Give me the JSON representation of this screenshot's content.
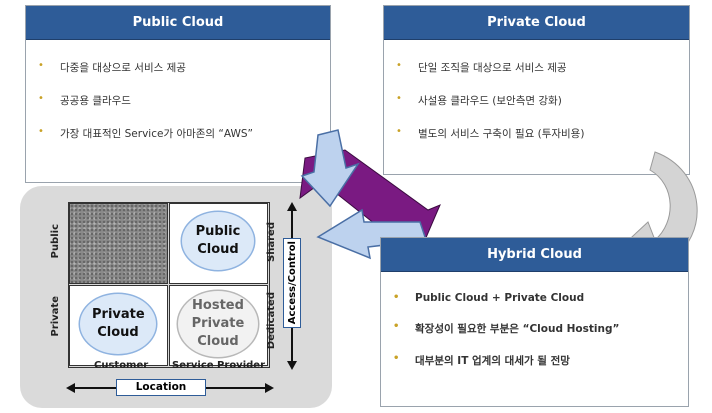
{
  "public_cloud": {
    "title": "Public Cloud",
    "items": [
      "다중을 대상으로 서비스 제공",
      "공공용 클라우드",
      "가장 대표적인 Service가 아마존의 “AWS”"
    ]
  },
  "private_cloud": {
    "title": "Private Cloud",
    "items": [
      "단일 조직을 대상으로 서비스 제공",
      "사설용 클라우드 (보안측면 강화)",
      "별도의 서비스 구축이 필요 (투자비용)"
    ]
  },
  "hybrid_cloud": {
    "title": "Hybrid Cloud",
    "items": [
      "Public Cloud + Private Cloud",
      "확장성이 필요한 부분은 “Cloud Hosting”",
      "대부분의 IT 업계의 대세가 될 전망"
    ]
  },
  "quadrant": {
    "row_public": "Public",
    "row_private": "Private",
    "col_customer": "Customer",
    "col_provider": "Service Provider",
    "right_shared": "Shared",
    "right_dedicated": "Dedicated",
    "axis_location": "Location",
    "axis_access": "Access/Control",
    "cloud_public": "Public Cloud",
    "cloud_private": "Private Cloud",
    "cloud_hosted": "Hosted Private Cloud"
  },
  "colors": {
    "header": "#2e5c98",
    "arrow_purple": "#7a1a82",
    "arrow_blue": "#bdd2ee",
    "bullet": "#c9a227"
  }
}
